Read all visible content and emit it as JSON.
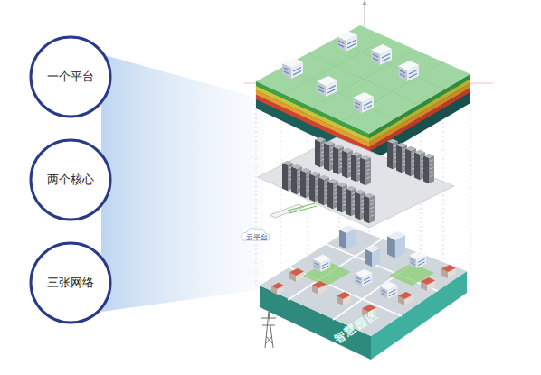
{
  "diagram": {
    "nodes": [
      {
        "text": [
          "一个平台"
        ]
      },
      {
        "text": [
          "两个核心"
        ]
      },
      {
        "text": [
          "三张网络"
        ]
      }
    ],
    "labels": [
      "云平台",
      "智慧园区"
    ]
  }
}
